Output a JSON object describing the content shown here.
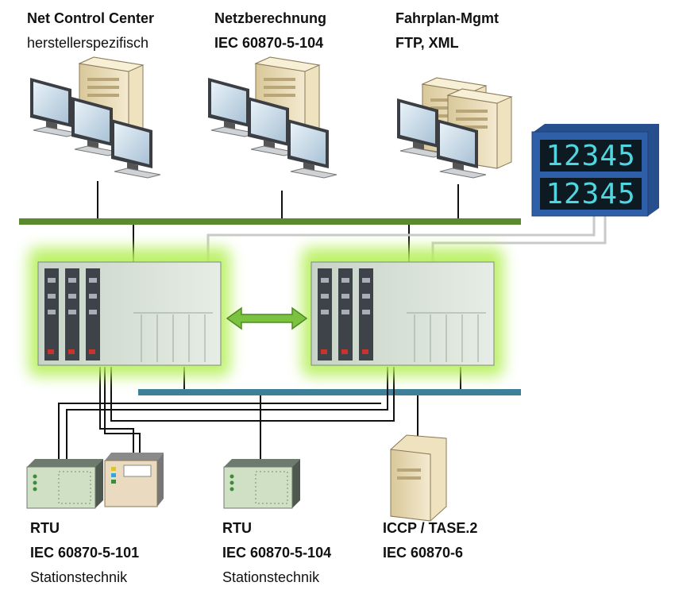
{
  "labels": {
    "ncc": {
      "line1": "Net Control Center",
      "line2": "herstellerspezifisch"
    },
    "netz": {
      "line1": "Netzberechnung",
      "line2": "IEC 60870-5-104"
    },
    "fahrplan": {
      "line1": "Fahrplan-Mgmt",
      "line2": "FTP, XML"
    },
    "rtu101": {
      "line1": "RTU",
      "line2": "IEC 60870-5-101",
      "line3": "Stationstechnik"
    },
    "rtu104": {
      "line1": "RTU",
      "line2": "IEC 60870-5-104",
      "line3": "Stationstechnik"
    },
    "iccp": {
      "line1": "ICCP / TASE.2",
      "line2": "IEC 60870-6"
    }
  },
  "display": {
    "row1": "12345",
    "row2": "12345"
  },
  "colors": {
    "green_bus": "#5b8a2e",
    "blue_bus": "#3e7f9a",
    "glow": "#b6f05a",
    "arrow": "#7cc241",
    "display_frame": "#2f5fa8",
    "digits": "#4fd6e0"
  }
}
